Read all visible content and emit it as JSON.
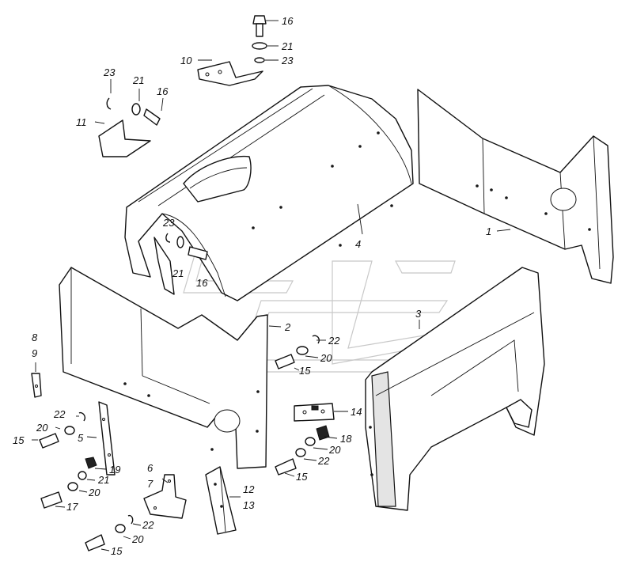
{
  "labels": {
    "l1": "1",
    "l2": "2",
    "l3": "3",
    "l4": "4",
    "l5": "5",
    "l6": "6",
    "l7": "7",
    "l8": "8",
    "l9": "9",
    "l10": "10",
    "l11": "11",
    "l12": "12",
    "l13": "13",
    "l14": "14",
    "l15a": "15",
    "l15b": "15",
    "l15c": "15",
    "l15d": "15",
    "l16a": "16",
    "l16b": "16",
    "l16c": "16",
    "l17": "17",
    "l18": "18",
    "l19": "19",
    "l20a": "20",
    "l20b": "20",
    "l20c": "20",
    "l20d": "20",
    "l20e": "20",
    "l21a": "21",
    "l21b": "21",
    "l21c": "21",
    "l21d": "21",
    "l22a": "22",
    "l22b": "22",
    "l22c": "22",
    "l22d": "22",
    "l23a": "23",
    "l23b": "23",
    "l23c": "23"
  }
}
